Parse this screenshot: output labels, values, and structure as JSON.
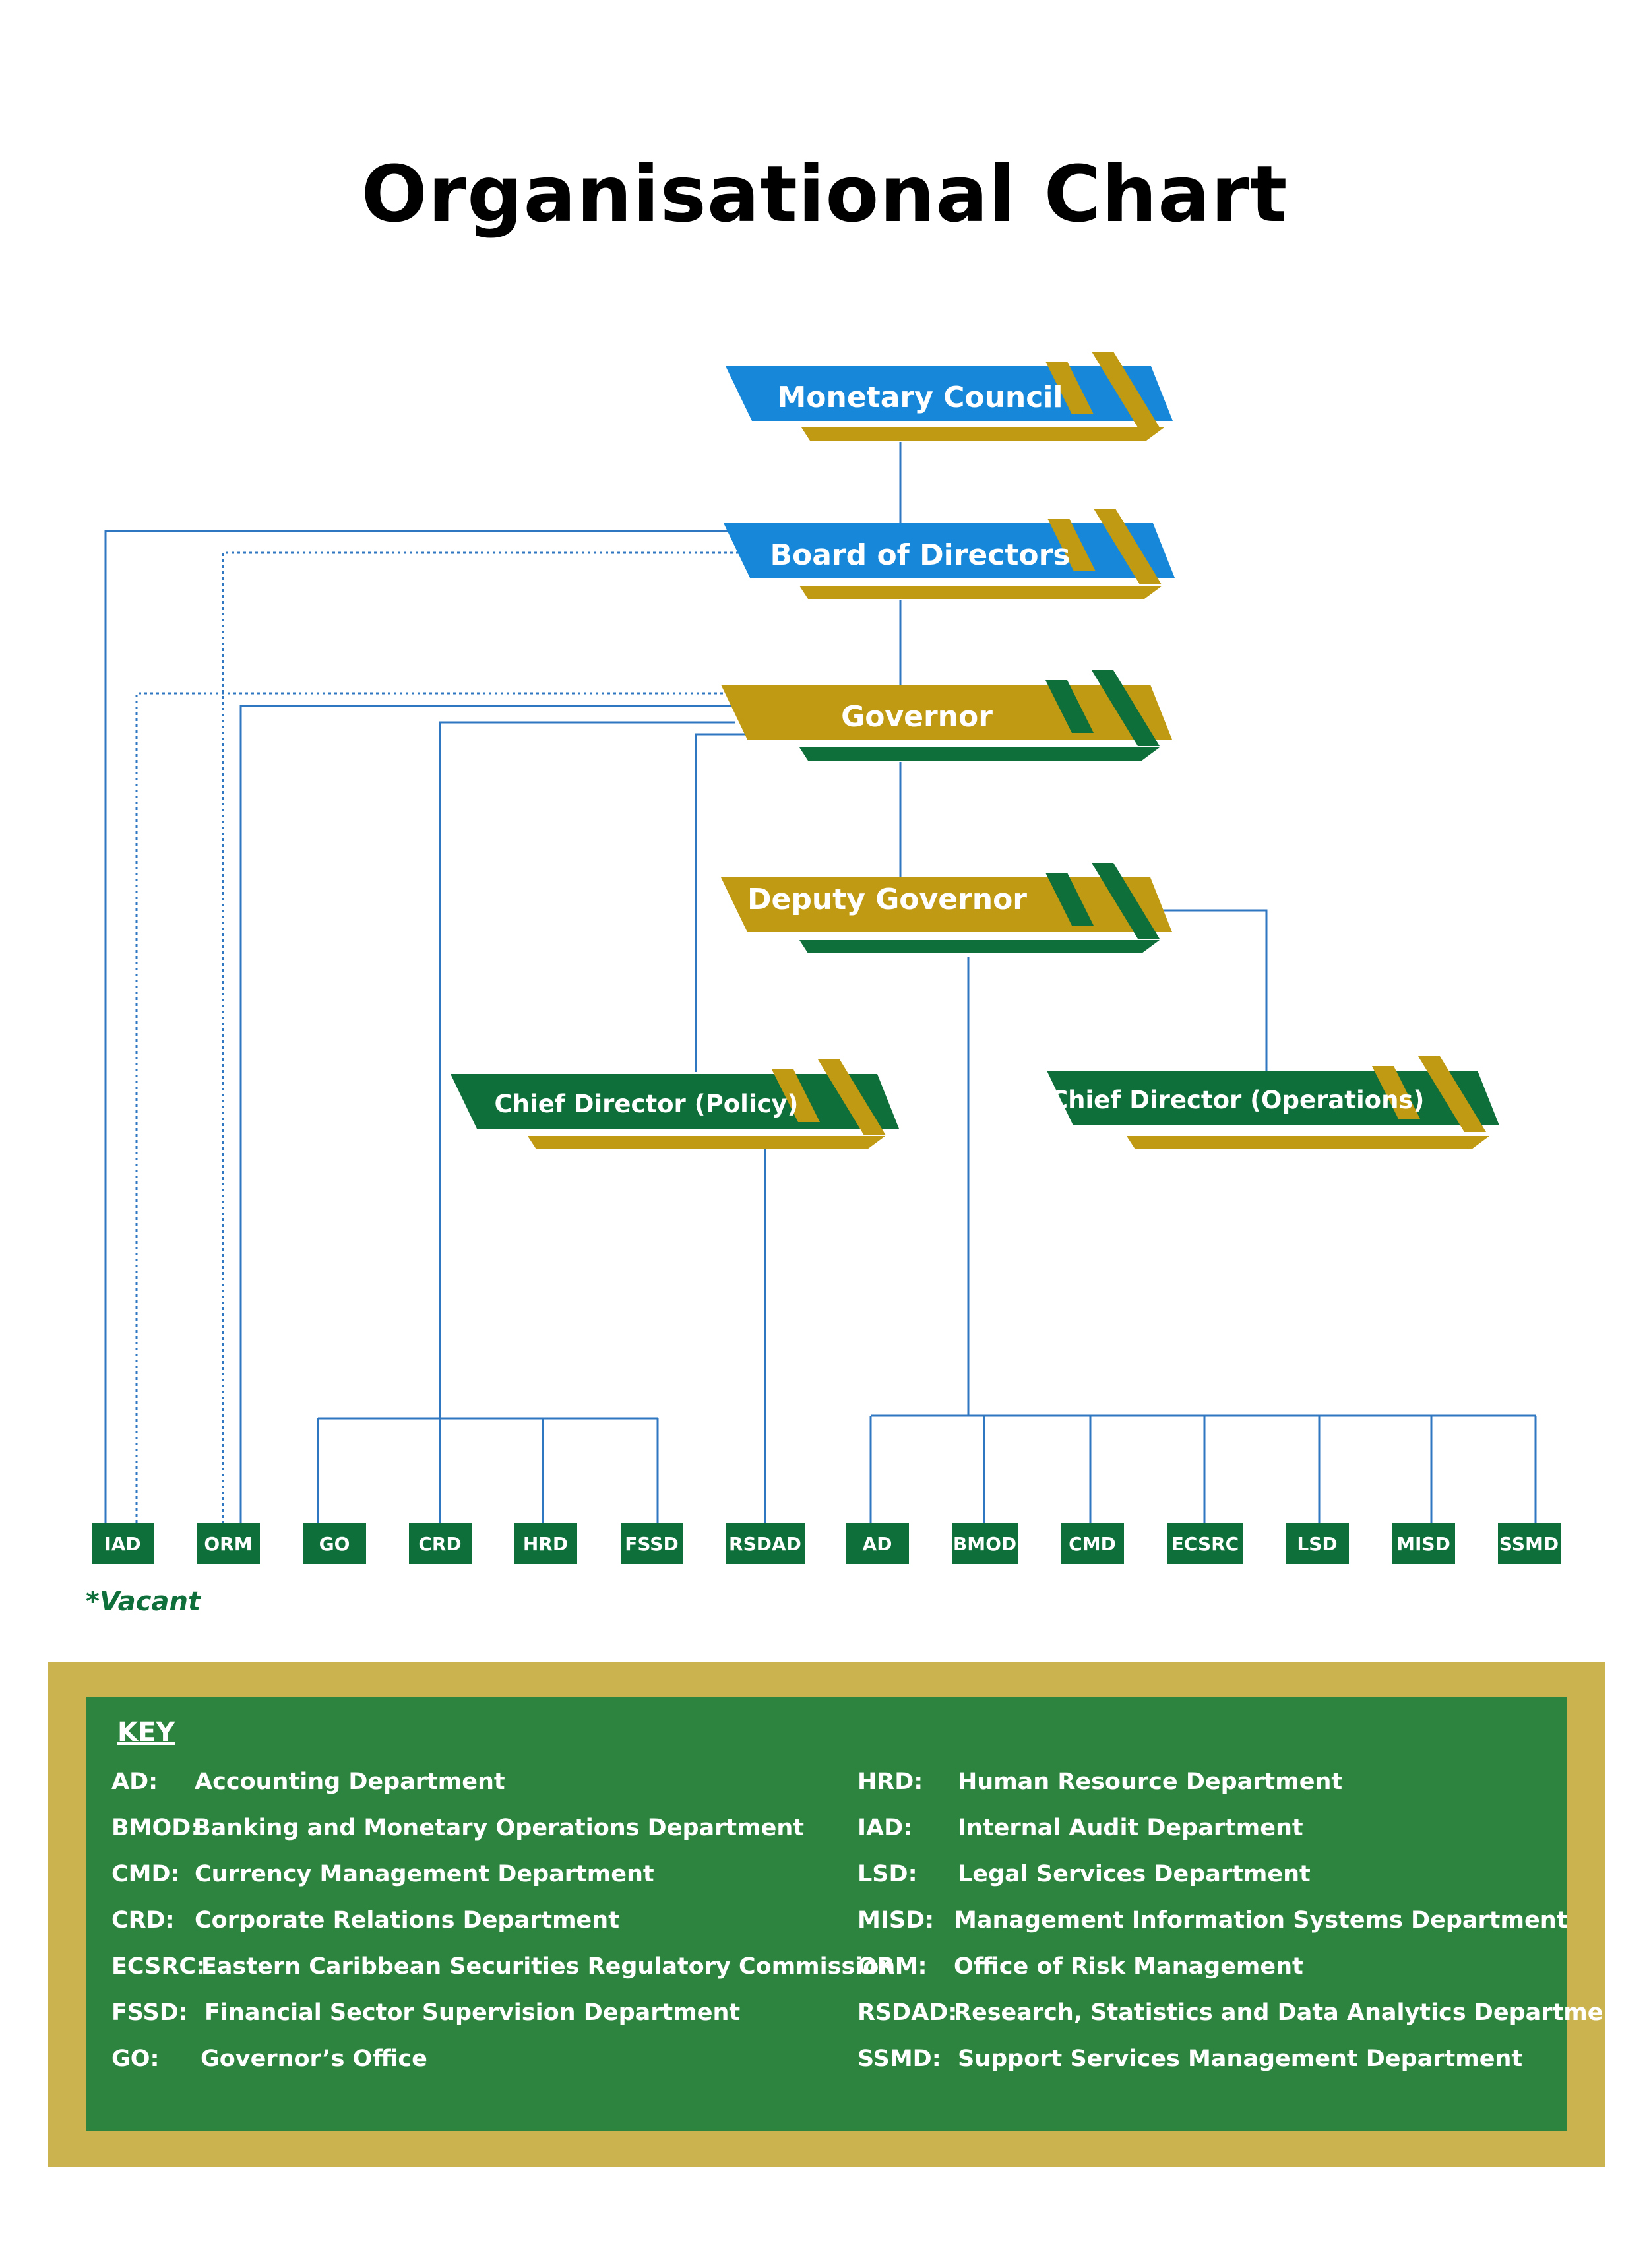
{
  "title": "Organisational Chart",
  "colors": {
    "blue": "#1687d9",
    "gold": "#c09a12",
    "green": "#0e6f3a",
    "line": "#2f77c0"
  },
  "positions": {
    "monetary_council": "Monetary Council",
    "board_of_directors": "Board of Directors",
    "governor": "Governor",
    "deputy_governor": "Deputy Governor",
    "chief_director_policy": "Chief Director (Policy)",
    "chief_director_operations": "*Chief Director (Operations)"
  },
  "departments": [
    "IAD",
    "ORM",
    "GO",
    "CRD",
    "HRD",
    "FSSD",
    "RSDAD",
    "AD",
    "BMOD",
    "CMD",
    "ECSRC",
    "LSD",
    "MISD",
    "SSMD"
  ],
  "vacant_note": "*Vacant",
  "key": {
    "title": "KEY",
    "left": [
      {
        "abbr": "AD:",
        "desc": "Accounting Department"
      },
      {
        "abbr": "BMOD:",
        "desc": "Banking and Monetary Operations Department"
      },
      {
        "abbr": "CMD:",
        "desc": "Currency Management Department"
      },
      {
        "abbr": "CRD:",
        "desc": "Corporate Relations Department"
      },
      {
        "abbr": "ECSRC:",
        "desc": "Eastern Caribbean Securities Regulatory Commission"
      },
      {
        "abbr": "FSSD:",
        "desc": "Financial Sector Supervision Department"
      },
      {
        "abbr": "GO:",
        "desc": "Governor’s Office"
      }
    ],
    "right": [
      {
        "abbr": "HRD:",
        "desc": "Human Resource Department"
      },
      {
        "abbr": "IAD:",
        "desc": "Internal Audit Department"
      },
      {
        "abbr": "LSD:",
        "desc": "Legal Services Department"
      },
      {
        "abbr": "MISD:",
        "desc": "Management Information Systems Department"
      },
      {
        "abbr": "ORM:",
        "desc": "Office of Risk Management"
      },
      {
        "abbr": "RSDAD:",
        "desc": "Research, Statistics and Data Analytics  Department"
      },
      {
        "abbr": "SSMD:",
        "desc": "Support Services Management Department"
      }
    ]
  }
}
